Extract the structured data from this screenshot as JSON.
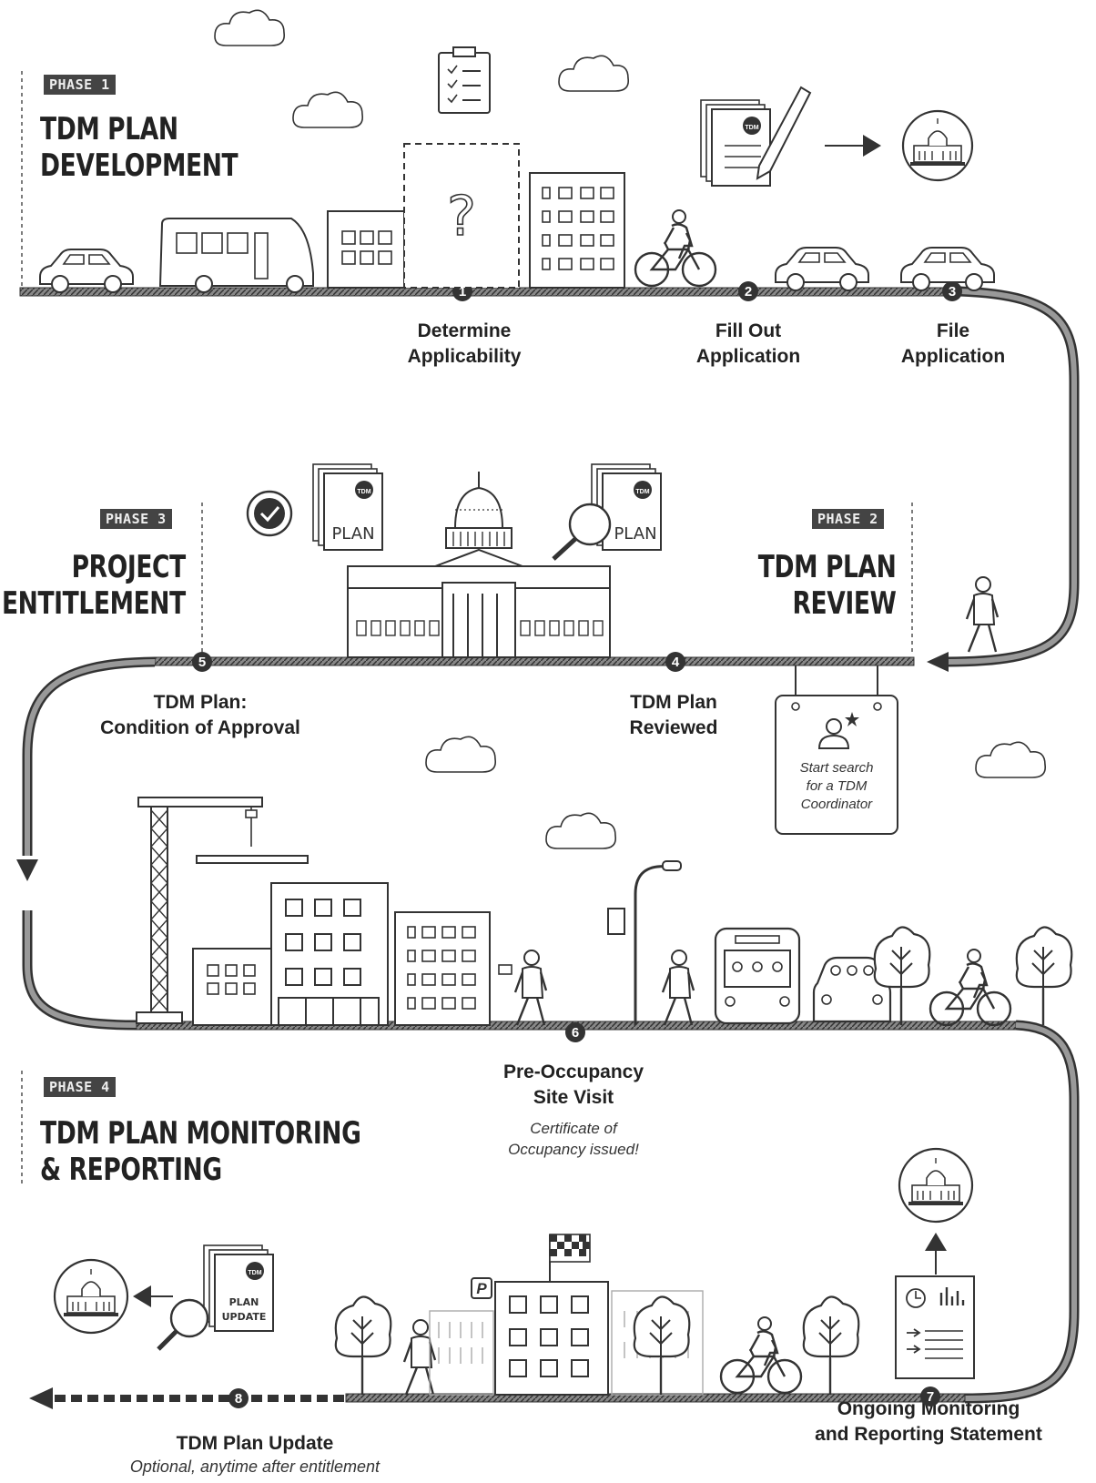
{
  "phases": [
    {
      "badge": "PHASE 1",
      "title": [
        "TDM PLAN",
        "DEVELOPMENT"
      ]
    },
    {
      "badge": "PHASE 2",
      "title": [
        "TDM PLAN",
        "REVIEW"
      ]
    },
    {
      "badge": "PHASE 3",
      "title": [
        "PROJECT",
        "ENTITLEMENT"
      ]
    },
    {
      "badge": "PHASE 4",
      "title": [
        "TDM PLAN MONITORING",
        "& REPORTING"
      ]
    }
  ],
  "steps": [
    {
      "num": "1",
      "label": [
        "Determine",
        "Applicability"
      ]
    },
    {
      "num": "2",
      "label": [
        "Fill Out",
        "Application"
      ]
    },
    {
      "num": "3",
      "label": [
        "File",
        "Application"
      ]
    },
    {
      "num": "4",
      "label": [
        "TDM Plan",
        "Reviewed"
      ]
    },
    {
      "num": "5",
      "label": [
        "TDM Plan:",
        "Condition of Approval"
      ]
    },
    {
      "num": "6",
      "label": [
        "Pre-Occupancy",
        "Site Visit"
      ],
      "sub": [
        "Certificate of",
        "Occupancy issued!"
      ]
    },
    {
      "num": "7",
      "label": [
        "Ongoing Monitoring",
        "and Reporting Statement"
      ]
    },
    {
      "num": "8",
      "label": [
        "TDM Plan Update"
      ],
      "sub": [
        "Optional, anytime after entitlement"
      ]
    }
  ],
  "coordinator_sign": [
    "Start search",
    "for a TDM",
    "Coordinator"
  ],
  "doc_labels": {
    "plan": "PLAN",
    "tdm": "TDM",
    "plan_update": [
      "PLAN",
      "UPDATE"
    ],
    "question": "?",
    "parking": "P"
  }
}
